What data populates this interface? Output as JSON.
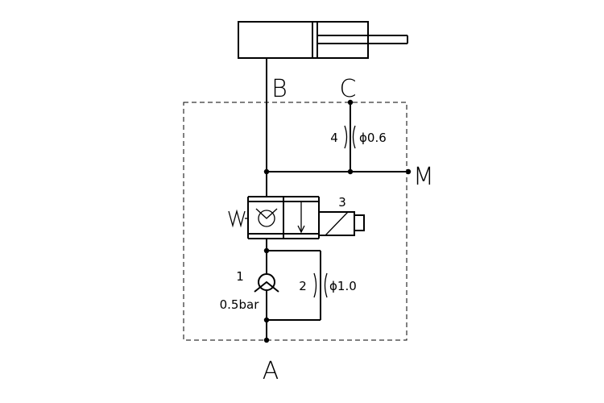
{
  "ports": {
    "a": "A",
    "b": "B",
    "c": "C",
    "m": "M"
  },
  "components": {
    "check_valve": {
      "number": "1",
      "cracking_pressure": "0.5bar"
    },
    "orifice_main": {
      "number": "2",
      "size": "ϕ1.0"
    },
    "solenoid_valve": {
      "number": "3"
    },
    "orifice_pilot": {
      "number": "4",
      "size": "ϕ0.6"
    }
  }
}
